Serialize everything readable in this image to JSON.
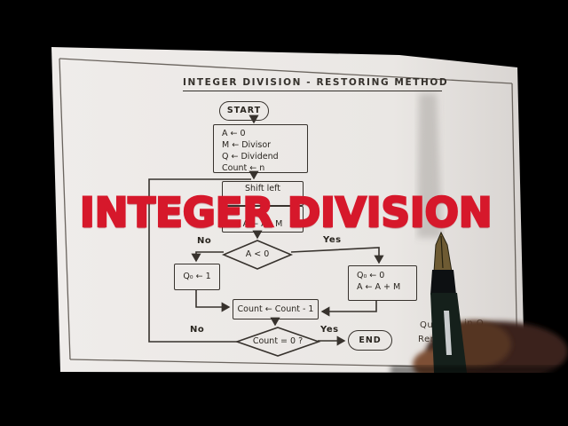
{
  "overlay": {
    "title": "INTEGER DIVISION",
    "color": "#d6182b"
  },
  "sheet": {
    "title": "INTEGER DIVISION - RESTORING METHOD"
  },
  "flowchart": {
    "start_label": "START",
    "init_lines": [
      "A ← 0",
      "M ← Divisor",
      "Q ← Dividend",
      "Count ← n"
    ],
    "shift_label": "Shift left",
    "subtract_label": "A ← A - M",
    "decision_a": "A < 0",
    "decision_a_no": "No",
    "decision_a_yes": "Yes",
    "set_q1_label": "Q₀ ← 1",
    "restore_lines": [
      "Q₀ ← 0",
      "A ← A + M"
    ],
    "count_label": "Count ← Count - 1",
    "decision_count": "Count = 0 ?",
    "decision_count_no": "No",
    "decision_count_yes": "Yes",
    "end_label": "END"
  },
  "margin_notes": {
    "fragment_left": "Quo",
    "fragment_right": "in Q",
    "fragment_second_line": "Remo"
  }
}
